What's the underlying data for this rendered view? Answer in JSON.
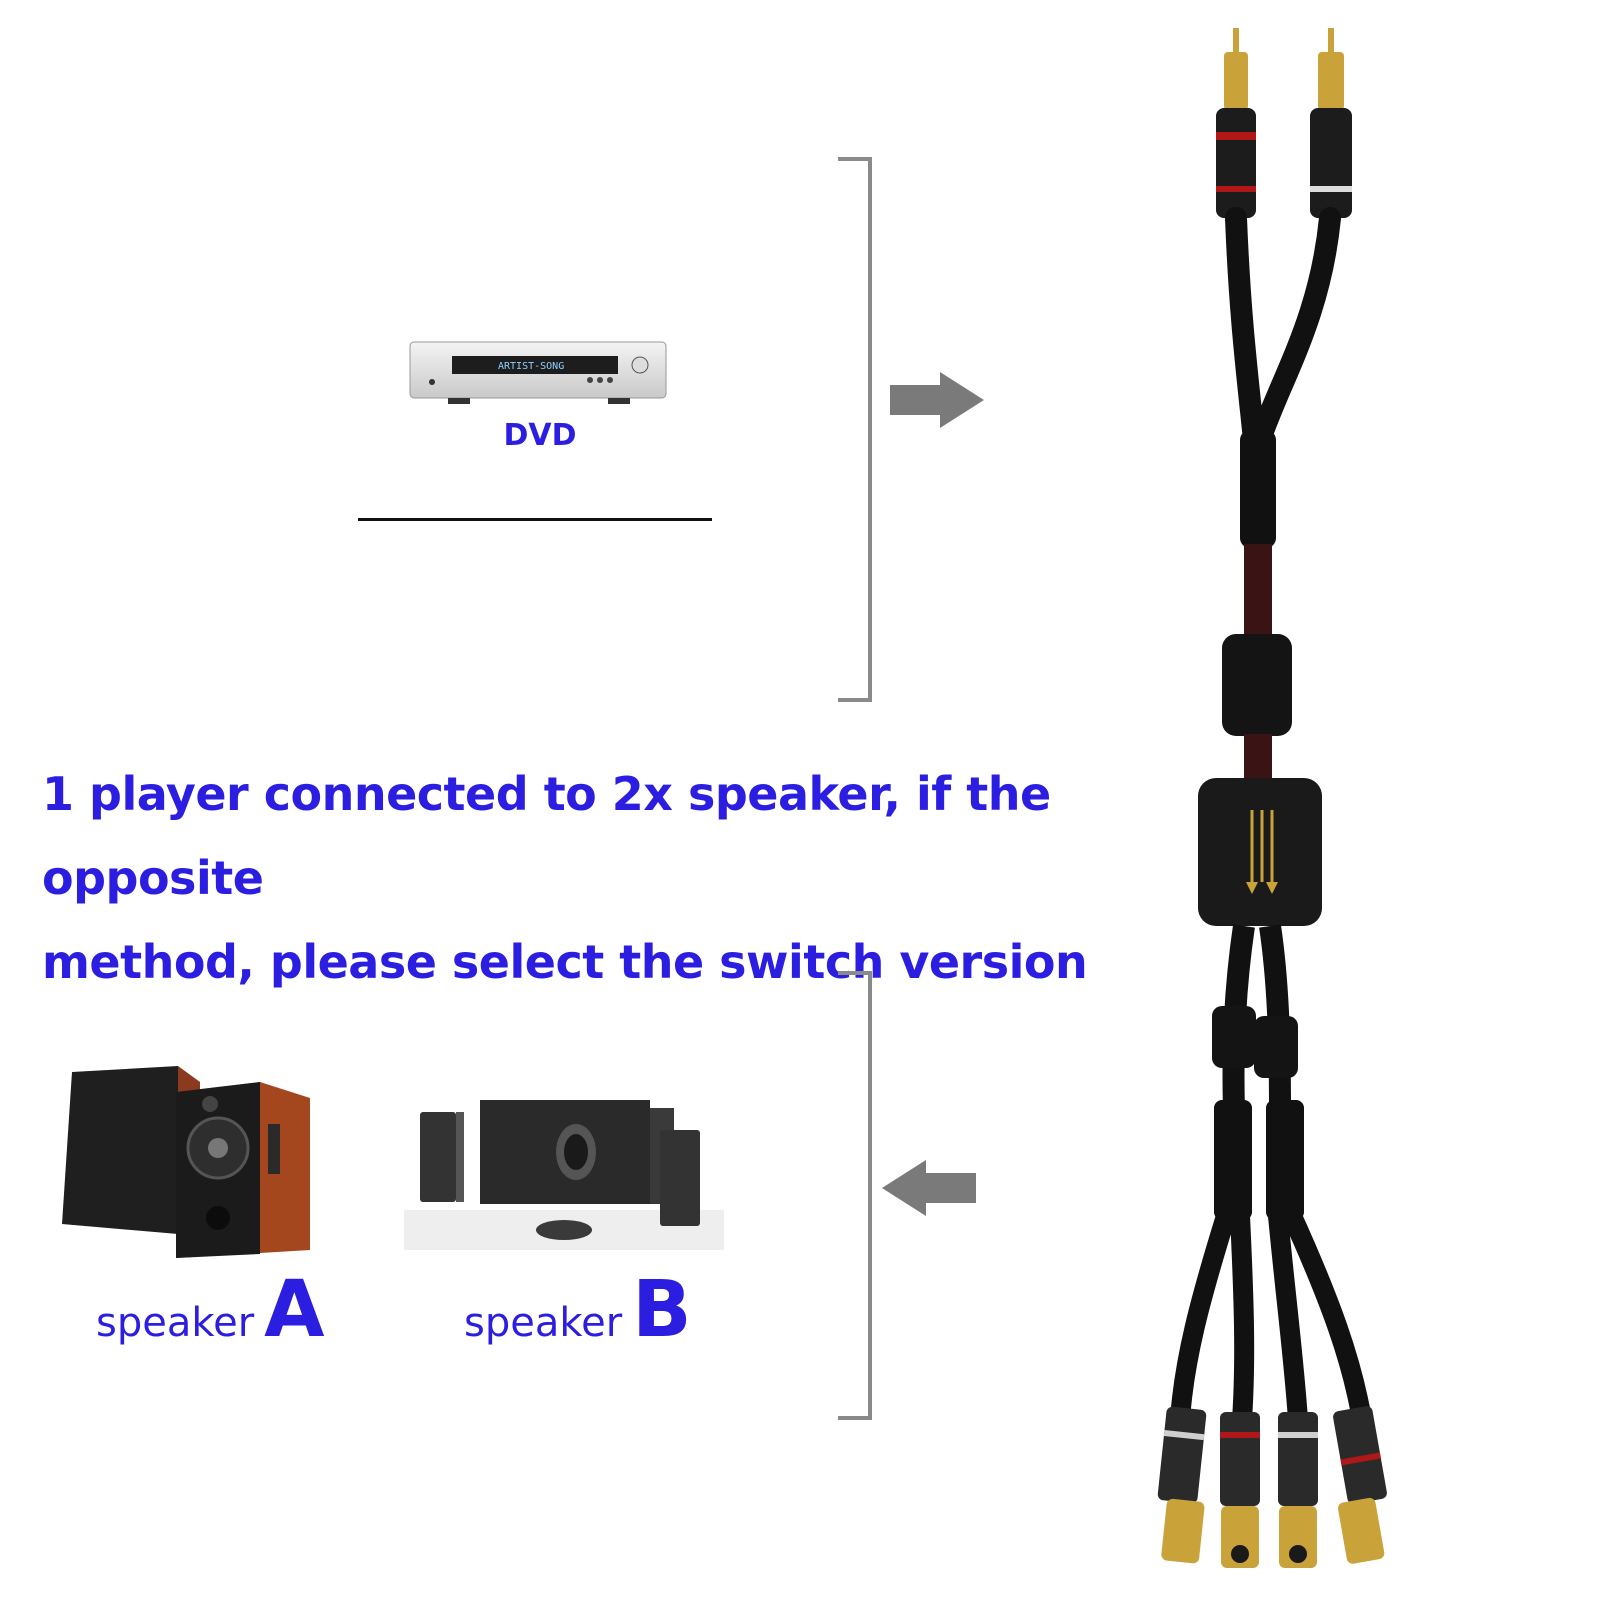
{
  "dvd": {
    "label": "DVD",
    "display_text": "ARTIST-SONG"
  },
  "caption": {
    "line1": "1 player connected to 2x speaker, if the opposite",
    "line2": "method, please select the switch version"
  },
  "speaker_a": {
    "word": "speaker",
    "letter": "A"
  },
  "speaker_b": {
    "word": "speaker",
    "letter": "B"
  },
  "colors": {
    "text_blue": "#2b1ee0",
    "bracket_gray": "#8a8a8a",
    "cable_black": "#111111",
    "connector_gold": "#c9a23a"
  }
}
